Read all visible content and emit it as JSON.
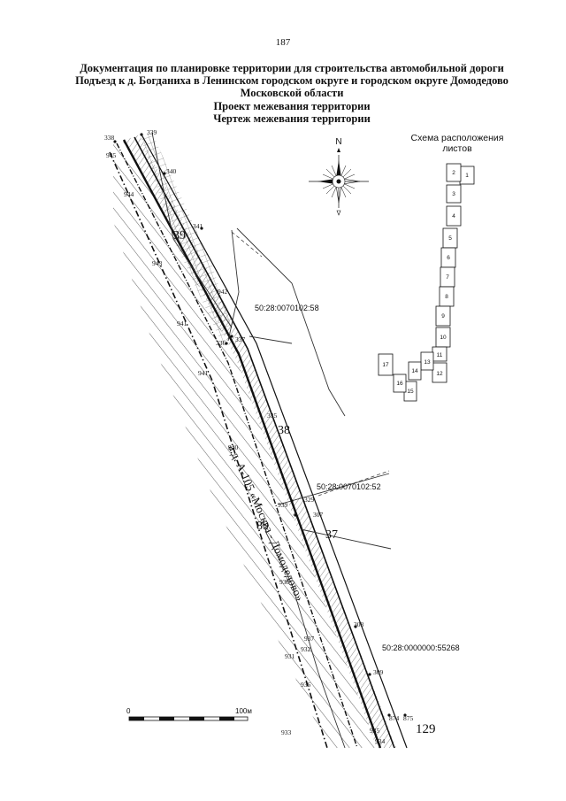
{
  "page": {
    "number": "187"
  },
  "title": {
    "line1": "Документация по планировке территории для строительства автомобильной дороги",
    "line2": "Подъезд к д. Богданиха в Ленинском городском округе и городском округе Домодедово",
    "line3": "Московской области",
    "line4": "Проект межевания территории",
    "line5": "Чертеж межевания территории"
  },
  "compass": {
    "north_label": "N"
  },
  "scheme": {
    "title_line1": "Схема расположения",
    "title_line2": "листов",
    "sheets": [
      "1",
      "2",
      "3",
      "4",
      "5",
      "6",
      "7",
      "8",
      "9",
      "10",
      "11",
      "12",
      "13",
      "14",
      "15",
      "16",
      "17"
    ]
  },
  "cadastral": {
    "parcel_a": "50:28:0070102:58",
    "parcel_b": "50:28:0070102:52",
    "parcel_c": "50:28:0000000:55268"
  },
  "road": {
    "label": "а.д. А-105 «Москва - Домодедово»"
  },
  "zones": {
    "z39": "39",
    "z38": "38",
    "z37": "37",
    "z89": "89",
    "z129": "129"
  },
  "points": {
    "p338": "338",
    "p339": "339",
    "p340": "340",
    "p341": "341",
    "p337": "337",
    "p336": "336",
    "p335": "335",
    "p329": "329",
    "p307": "307",
    "p308": "308",
    "p309": "309",
    "p874": "874",
    "p875": "875",
    "p945": "945",
    "p944": "944",
    "p943": "943",
    "p942": "942",
    "p941": "941",
    "p940": "940",
    "p939": "939",
    "p938": "938",
    "p937": "937",
    "p932": "932",
    "p931": "931",
    "p936": "936",
    "p935": "935",
    "p934": "934",
    "p933": "933"
  },
  "scale": {
    "zero": "0",
    "end": "100м"
  }
}
